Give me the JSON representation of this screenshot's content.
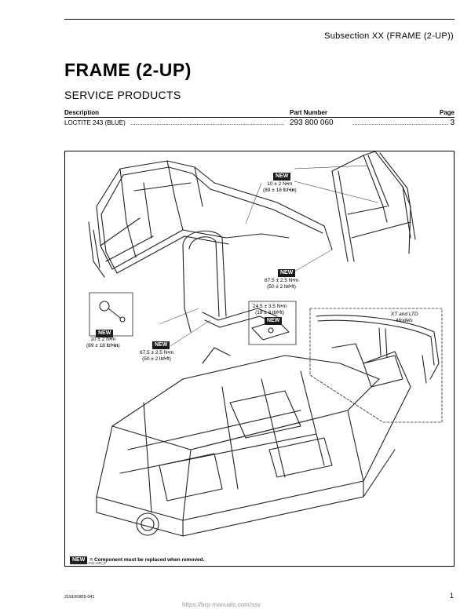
{
  "header": {
    "subsection": "Subsection XX (FRAME (2-UP))"
  },
  "title": "FRAME (2-UP)",
  "section": "SERVICE PRODUCTS",
  "service_products": {
    "headers": {
      "description": "Description",
      "part_number": "Part Number",
      "page": "Page"
    },
    "rows": [
      {
        "description": "LOCTITE 243 (BLUE)",
        "part_number": "293 800 060",
        "page": "3"
      }
    ]
  },
  "figure": {
    "new_label": "NEW",
    "callouts": {
      "top_roll_cage": [
        "10 ± 2 N•m",
        "(89 ± 18 lbf•",
        "in",
        ")"
      ],
      "middle_right": [
        "67.5 ± 2.5 N•m",
        "(50 ± 2 lbf•ft)"
      ],
      "left_detail": [
        "10 ± 2 N•m",
        "(89 ± 18 lbf•",
        "in",
        ")"
      ],
      "middle_left": [
        "67.5 ± 2.5 N•m",
        "(50 ± 2 lbf•ft)"
      ],
      "detail_bracket": [
        "24.5 ± 3.5 N•m",
        "(18 ± 3 lbf•ft)"
      ]
    },
    "xt_ltd": [
      "XT and LTD",
      "Models"
    ],
    "legend_text": "= Component must be replaced when removed.",
    "figure_code": "219100965-041-100_b"
  },
  "footer": {
    "code": "219100965-041",
    "page": "1",
    "watermark": "https://brp-manuals.com/ssv"
  }
}
